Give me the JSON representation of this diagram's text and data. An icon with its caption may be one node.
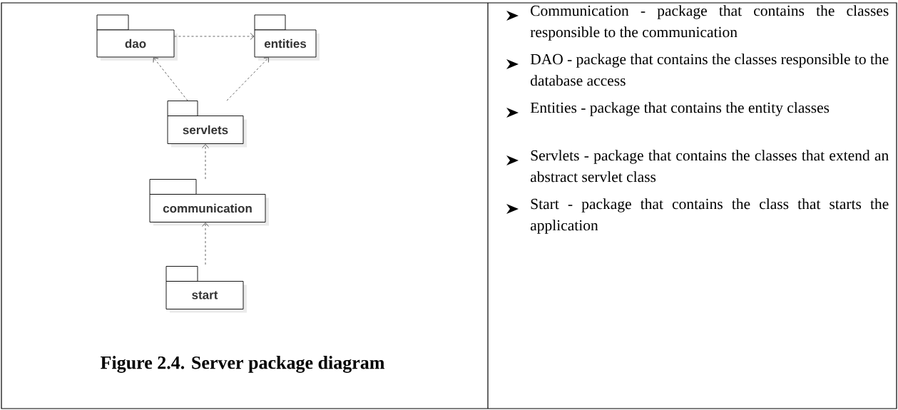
{
  "diagram": {
    "caption": "Figure 2.4. Server package diagram",
    "nodes": [
      {
        "text": [
          "dao"
        ]
      },
      {
        "text": [
          "entities"
        ]
      },
      {
        "text": [
          "servlets"
        ]
      },
      {
        "text": [
          "communication"
        ]
      },
      {
        "text": [
          "start"
        ]
      }
    ],
    "edges": [
      {
        "from": 0,
        "to": 1,
        "arrow": "to",
        "style": "dashed"
      },
      {
        "from": 2,
        "to": 0,
        "arrow": "to",
        "style": "dashed"
      },
      {
        "from": 2,
        "to": 1,
        "arrow": "to",
        "style": "dashed"
      },
      {
        "from": 3,
        "to": 2,
        "arrow": "to",
        "style": "dashed"
      },
      {
        "from": 4,
        "to": 3,
        "arrow": "to",
        "style": "dashed"
      }
    ],
    "labels": [
      "Communication - package that contains the classes responsible to the communication",
      "DAO - package that contains the classes responsible to the database access",
      "Entities - package that contains the entity classes",
      "Servlets - package that contains the classes that extend an abstract servlet class",
      "Start - package that contains the class that starts the application"
    ]
  }
}
